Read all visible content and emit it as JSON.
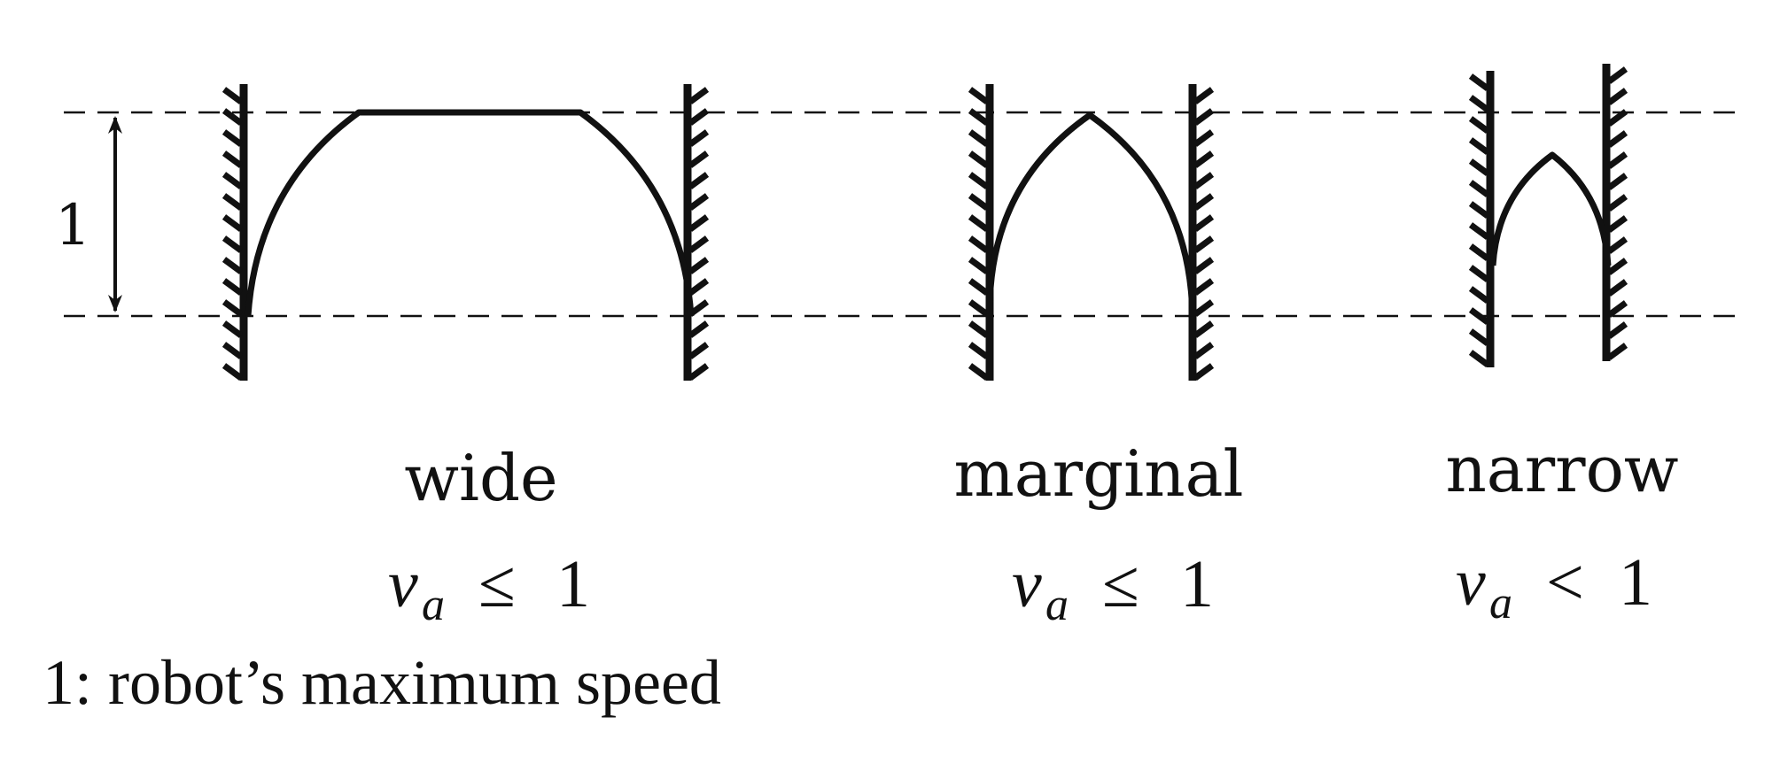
{
  "scale": {
    "label": "1"
  },
  "cases": [
    {
      "name": "wide",
      "cond_var": "v",
      "cond_sub": "a",
      "cond_rel": "≤",
      "cond_val": "1"
    },
    {
      "name": "marginal",
      "cond_var": "v",
      "cond_sub": "a",
      "cond_rel": "≤",
      "cond_val": "1"
    },
    {
      "name": "narrow",
      "cond_var": "v",
      "cond_sub": "a",
      "cond_rel": "<",
      "cond_val": "1"
    }
  ],
  "caption": "1: robot’s maximum speed",
  "colors": {
    "ink": "#111111",
    "background": "#ffffff"
  }
}
